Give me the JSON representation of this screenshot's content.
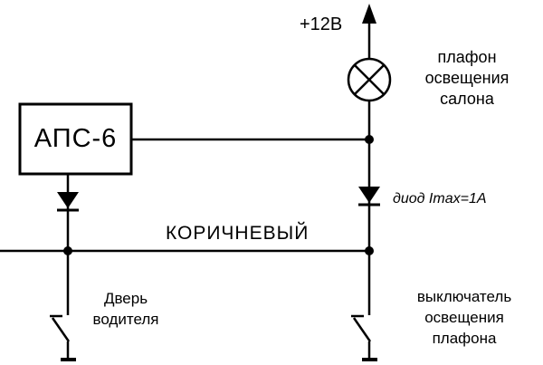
{
  "labels": {
    "power": "+12В",
    "lamp": "плафон освещения салона",
    "unit": "АПС-6",
    "diode": "диод Imax=1А",
    "wire": "КОРИЧНЕВЫЙ",
    "door": "Дверь водителя",
    "switch": "выключатель освещения плафона"
  },
  "colors": {
    "ink": "#000000",
    "background": "#ffffff"
  }
}
